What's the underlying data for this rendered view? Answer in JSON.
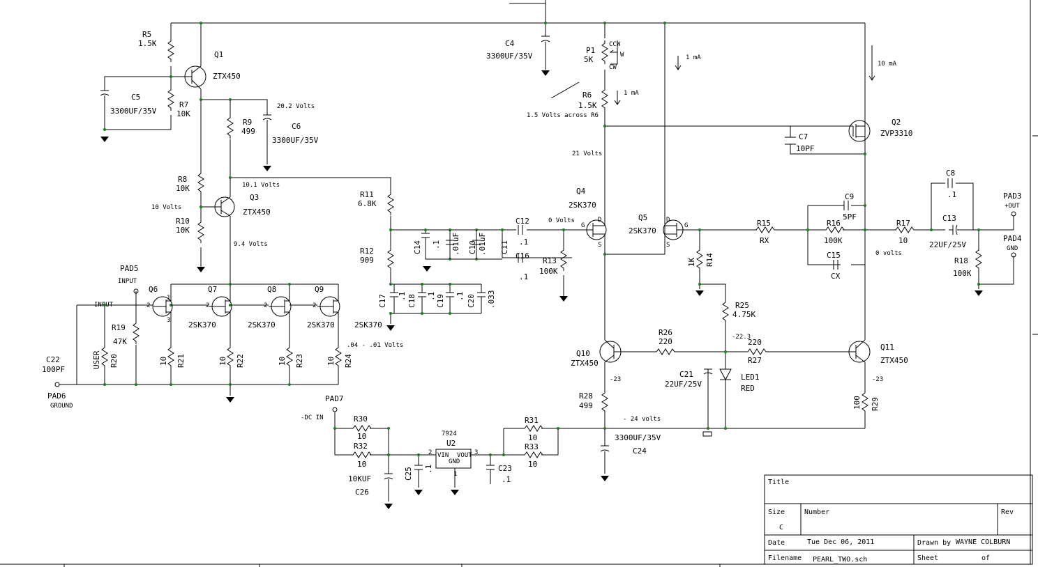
{
  "labels": {
    "R5": "R5",
    "R5v": "1.5K",
    "Q1": "Q1",
    "Q1p": "ZTX450",
    "C5": "C5",
    "C5v": "3300UF/35V",
    "R7": "R7",
    "R7v": "10K",
    "R9": "R9",
    "R9v": "499",
    "v202": "20.2 Volts",
    "C6": "C6",
    "C6v": "3300UF/35V",
    "R8": "R8",
    "R8v": "10K",
    "v101": "10.1 Volts",
    "v10": "10 Volts",
    "Q3": "Q3",
    "Q3p": "ZTX450",
    "R10": "R10",
    "R10v": "10K",
    "v94": "9.4 Volts",
    "C4": "C4",
    "C4v": "3300UF/35V",
    "P1": "P1",
    "P1v": "5K",
    "ccw": "CCW",
    "wiper": "W",
    "cw": "CW",
    "ma1a": "1 mA",
    "ma1b": "1 mA",
    "ma10": "10 mA",
    "R6": "R6",
    "R6v": "1.5K",
    "v15": "1.5 Volts across R6",
    "Q2": "Q2",
    "Q2p": "ZVP3310",
    "C7": "C7",
    "C7v": "10PF",
    "v21": "21 Volts",
    "R11": "R11",
    "R11v": "6.8K",
    "R12": "R12",
    "R12v": "909",
    "C14": "C14",
    "C14v": ".1",
    "C10": "C10",
    "C10v": ".01uF",
    "C11": "C11",
    "C11v": ".01uF",
    "C12": "C12",
    "C12v": ".1",
    "v0a": "0 Volts",
    "C16": "C16",
    "C16v": ".1",
    "R13": "R13",
    "R13v": "100K",
    "Q4": "Q4",
    "Q4p": "2SK370",
    "Q5": "Q5",
    "Q5p": "2SK370",
    "R15": "R15",
    "R15v": "RX",
    "R16": "R16",
    "R16v": "100K",
    "C9": "C9",
    "C9v": "5PF",
    "C15": "C15",
    "C15v": "CX",
    "R17": "R17",
    "R17v": "10",
    "C8": "C8",
    "C8v": ".1",
    "C13": "C13",
    "C13v": "22UF/25V",
    "v0b": "0 volts",
    "PAD3": "PAD3",
    "PAD3s": "+OUT",
    "PAD4": "PAD4",
    "PAD4s": "GND",
    "R18": "R18",
    "R18v": "100K",
    "R14": "R14",
    "R14v": "1K",
    "PAD5": "PAD5",
    "PAD5s": "INPUT",
    "input": "INPUT",
    "Q6": "Q6",
    "Q7": "Q7",
    "Q8": "Q8",
    "Q9": "Q9",
    "Q7p": "2SK370",
    "Q8p": "2SK370",
    "Q9p": "2SK370",
    "Q6p": "2SK370",
    "C17": "C17",
    "C17v": ".1",
    "C18": "C18",
    "C18v": ".1",
    "C19": "C19",
    "C19v": ".1",
    "C20": "C20",
    "C20v": ".033",
    "R19": "R19",
    "R19v": "47K",
    "R20": "R20",
    "R20v": "USER",
    "C22": "C22",
    "C22v": "100PF",
    "R21": "R21",
    "R21v": "10",
    "R22": "R22",
    "R22v": "10",
    "R23": "R23",
    "R23v": "10",
    "R24": "R24",
    "R24v": "10",
    "v04": ".04 - .01 Volts",
    "PAD6": "PAD6",
    "PAD6s": "GROUND",
    "Q10": "Q10",
    "Q10p": "ZTX450",
    "R26": "R26",
    "R26v": "220",
    "R27": "R27",
    "R27v": "220",
    "v223": "-22.3",
    "R25": "R25",
    "R25v": "4.75K",
    "C21": "C21",
    "C21v": "22UF/25V",
    "LED1": "LED1",
    "LEDv": "RED",
    "Q11": "Q11",
    "Q11p": "ZTX450",
    "m23a": "-23",
    "m23b": "-23",
    "R28": "R28",
    "R28v": "499",
    "R29": "R29",
    "R29v": "100",
    "v24": "- 24 volts",
    "C24": "C24",
    "C24v": "3300UF/35V",
    "PAD7": "PAD7",
    "dcin": "-DC IN",
    "R30": "R30",
    "R30v": "10",
    "R32": "R32",
    "R32v": "10",
    "C26": "C26",
    "C26v": "10KUF",
    "C25": "C25",
    "C25v": ".1",
    "U2": "U2",
    "U2p": "7924",
    "vin": "VIN",
    "vout": "VOUT",
    "ugnd": "GND",
    "R31": "R31",
    "R31v": "10",
    "R33": "R33",
    "R33v": "10",
    "C23": "C23",
    "C23v": ".1",
    "p1": "1",
    "p2": "2",
    "p3": "3",
    "pD": "D",
    "pG": "G",
    "pS": "S"
  },
  "title_block": {
    "title_label": "Title",
    "size_label": "Size",
    "size_value": "C",
    "number_label": "Number",
    "rev_label": "Rev",
    "date_label": "Date",
    "date_value": "Tue Dec 06, 2011",
    "drawn_label": "Drawn by",
    "drawn_value": "WAYNE COLBURN",
    "filename_label": "Filename",
    "filename_value": "PEARL_TWO.sch",
    "sheet_label": "Sheet",
    "of_label": "of"
  }
}
